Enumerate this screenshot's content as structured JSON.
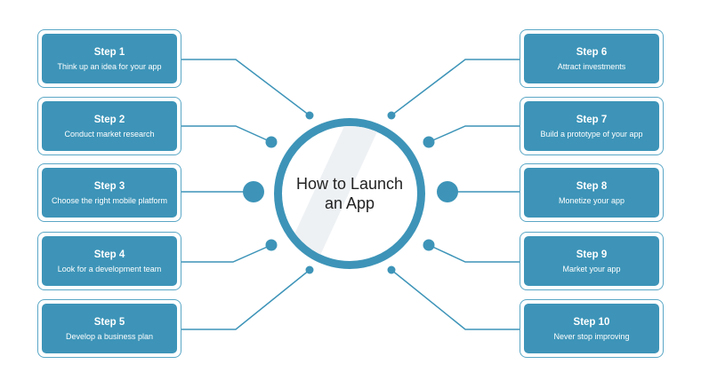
{
  "center": {
    "title": "How to Launch an App"
  },
  "colors": {
    "accent": "#3d94b8",
    "border": "#5aa7c6"
  },
  "steps": [
    {
      "title": "Step 1",
      "text": "Think up an idea for your app"
    },
    {
      "title": "Step 2",
      "text": "Conduct market research"
    },
    {
      "title": "Step 3",
      "text": "Choose the right mobile platform"
    },
    {
      "title": "Step 4",
      "text": "Look for a development team"
    },
    {
      "title": "Step 5",
      "text": "Develop a business plan"
    },
    {
      "title": "Step 6",
      "text": "Attract investments"
    },
    {
      "title": "Step 7",
      "text": "Build a prototype of your app"
    },
    {
      "title": "Step 8",
      "text": "Monetize your app"
    },
    {
      "title": "Step 9",
      "text": "Market your app"
    },
    {
      "title": "Step 10",
      "text": "Never stop improving"
    }
  ]
}
